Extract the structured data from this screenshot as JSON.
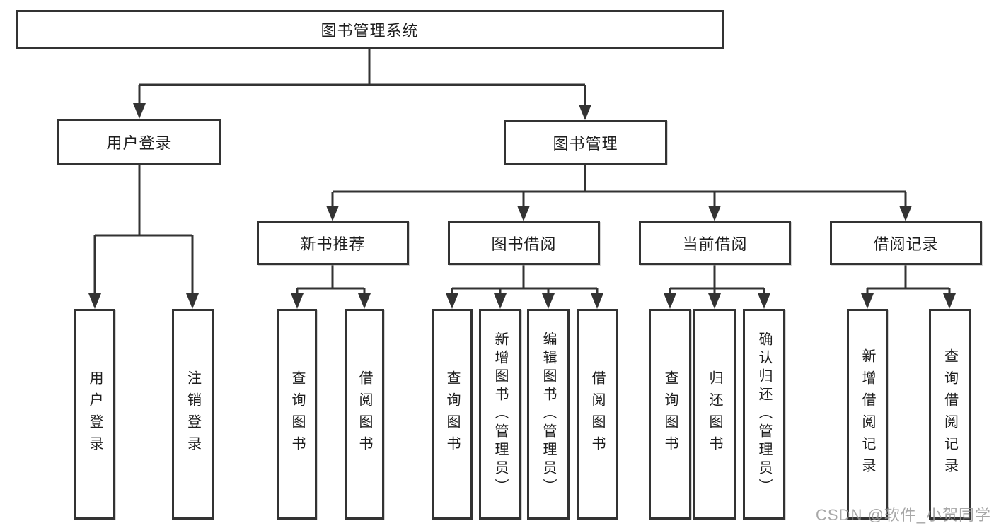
{
  "diagram": {
    "root": {
      "label": "图书管理系统"
    },
    "level2": {
      "user_login": {
        "label": "用户登录"
      },
      "book_management": {
        "label": "图书管理"
      }
    },
    "level3": {
      "new_book_recommend": {
        "label": "新书推荐"
      },
      "book_borrowing": {
        "label": "图书借阅"
      },
      "current_borrowing": {
        "label": "当前借阅"
      },
      "borrowing_records": {
        "label": "借阅记录"
      }
    },
    "leaves": {
      "user_login": [
        "用户登录",
        "注销登录"
      ],
      "new_book_recommend": [
        "查询图书",
        "借阅图书"
      ],
      "book_borrowing": [
        "查询图书",
        "新增图书（管理员）",
        "编辑图书（管理员）",
        "借阅图书"
      ],
      "current_borrowing": [
        "查询图书",
        "归还图书",
        "确认归还（管理员）"
      ],
      "borrowing_records": [
        "新增借阅记录",
        "查询借阅记录"
      ]
    },
    "colors": {
      "line": "#333333",
      "text": "#1e1e1e",
      "background": "#ffffff",
      "watermark": "#949494"
    },
    "watermark": "CSDN @软件_小贺同学"
  }
}
